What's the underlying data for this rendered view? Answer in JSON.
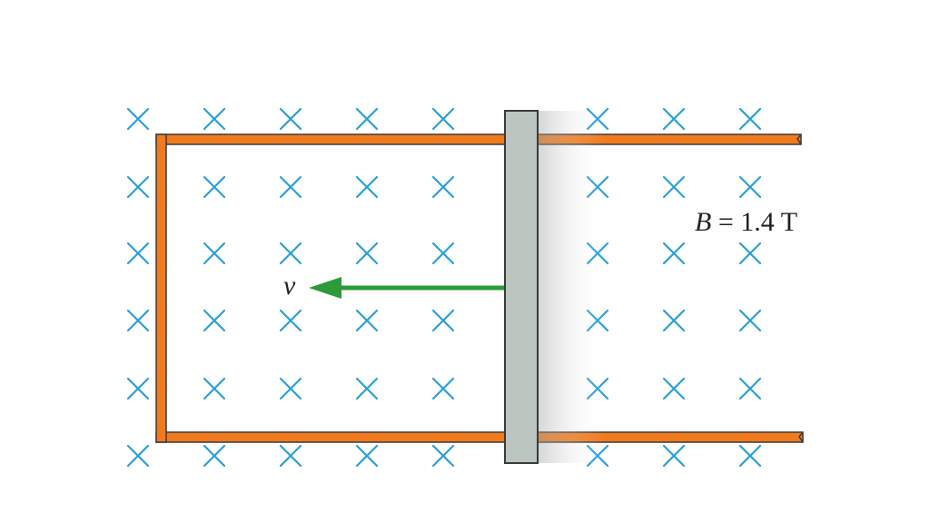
{
  "field_label": {
    "symbol": "B",
    "equals": " = ",
    "value": "1.4 T"
  },
  "velocity_label": "v",
  "field_symbol": "×",
  "colors": {
    "field_marks": "#2aa0d6",
    "rails": "#f07b1e",
    "rail_outline": "#3a3a3a",
    "rod": "#bcc6c1",
    "rod_outline": "#3a3a3a",
    "arrow": "#2e9a3a"
  },
  "field_direction": "into page"
}
